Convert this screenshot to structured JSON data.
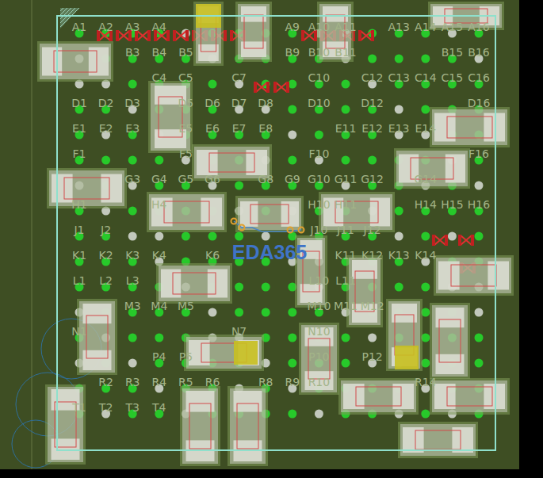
{
  "diagram": {
    "labels": [
      "EDA365",
      "A1",
      "A2",
      "A3",
      "A4",
      "A9",
      "A10",
      "A11",
      "A13",
      "A14",
      "A15",
      "A16",
      "B3",
      "B4",
      "B5",
      "B9",
      "B10",
      "B11",
      "B15",
      "B16",
      "C4",
      "C5",
      "C7",
      "C10",
      "C12",
      "C13",
      "C14",
      "C15",
      "C16",
      "D1",
      "D2",
      "D3",
      "D5",
      "D6",
      "D7",
      "D8",
      "D10",
      "D12",
      "D16",
      "E1",
      "E2",
      "E3",
      "E5",
      "E6",
      "E7",
      "E8",
      "E11",
      "E12",
      "E13",
      "E14",
      "F1",
      "F5",
      "F10",
      "F16",
      "G3",
      "G4",
      "G5",
      "G6",
      "G8",
      "G9",
      "G10",
      "G11",
      "G12",
      "G14",
      "H1",
      "H4",
      "H10",
      "H11",
      "H14",
      "H15",
      "H16",
      "J1",
      "J2",
      "J10",
      "J11",
      "J12",
      "K1",
      "K2",
      "K3",
      "K4",
      "K6",
      "K11",
      "K12",
      "K13",
      "K14",
      "L1",
      "L2",
      "L3",
      "L10",
      "L11",
      "M3",
      "M4",
      "M5",
      "M10",
      "M11",
      "M12",
      "N1",
      "N7",
      "N10",
      "P4",
      "P5",
      "P10",
      "P12",
      "R2",
      "R3",
      "R4",
      "R5",
      "R6",
      "R8",
      "R9",
      "R10",
      "R14",
      "T1",
      "T2",
      "T3",
      "T4"
    ]
  }
}
